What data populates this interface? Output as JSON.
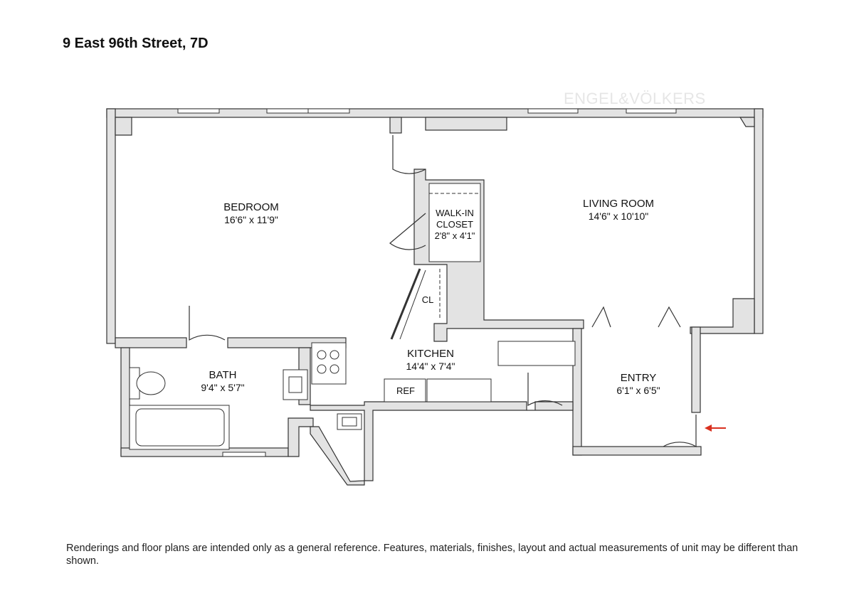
{
  "header": {
    "title": "9 East 96th Street, 7D"
  },
  "watermark": {
    "text": "ENGEL&VÖLKERS"
  },
  "rooms": {
    "bedroom": {
      "name": "BEDROOM",
      "dims": "16'6\" x 11'9\""
    },
    "living_room": {
      "name": "LIVING ROOM",
      "dims": "14'6\" x 10'10\""
    },
    "walkin_closet": {
      "line1": "WALK-IN",
      "line2": "CLOSET",
      "dims": "2'8\" x 4'1\""
    },
    "closet": {
      "name": "CL"
    },
    "kitchen": {
      "name": "KITCHEN",
      "dims": "14'4\" x 7'4\""
    },
    "bath": {
      "name": "BATH",
      "dims": "9'4\" x 5'7\""
    },
    "entry": {
      "name": "ENTRY",
      "dims": "6'1\" x 6'5\""
    },
    "ref": {
      "name": "REF"
    }
  },
  "colors": {
    "wall": "#e3e3e3",
    "wall_edge": "#333333",
    "entry_arrow": "#d9301f"
  },
  "footnote": "Renderings and floor plans are intended only as a general reference. Features, materials, finishes, layout and actual measurements of unit may be different than shown."
}
